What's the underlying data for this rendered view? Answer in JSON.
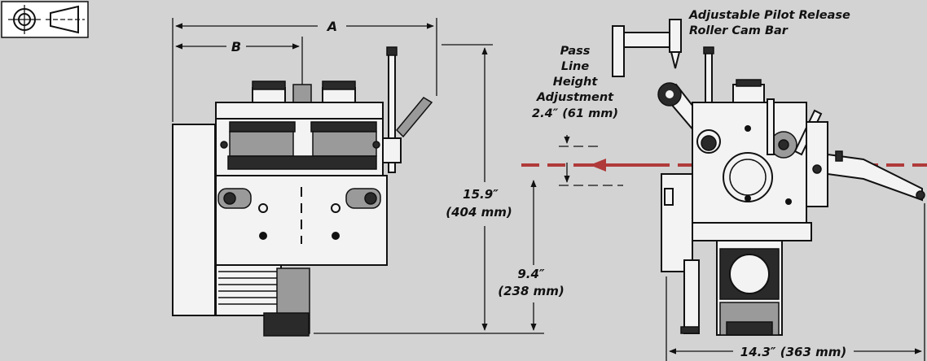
{
  "title_block": {
    "symbol_icon": "third-angle-projection-icon"
  },
  "dimensions": {
    "A": "A",
    "B": "B",
    "height_total": {
      "line1": "15.9″",
      "line2": "(404 mm)"
    },
    "height_base": {
      "line1": "9.4″",
      "line2": "(238 mm)"
    },
    "width_side": "14.3″ (363 mm)"
  },
  "callouts": {
    "pilot_release": {
      "line1": "Adjustable Pilot Release",
      "line2": "Roller Cam Bar"
    },
    "pass_line": {
      "line1": "Pass",
      "line2": "Line",
      "line3": "Height",
      "line4": "Adjustment",
      "line5": "2.4″ (61 mm)"
    }
  },
  "colors": {
    "background": "#d3d3d3",
    "pass_line": "#b03a3a",
    "part_fill": "#f3f3f3",
    "line": "#111111"
  }
}
